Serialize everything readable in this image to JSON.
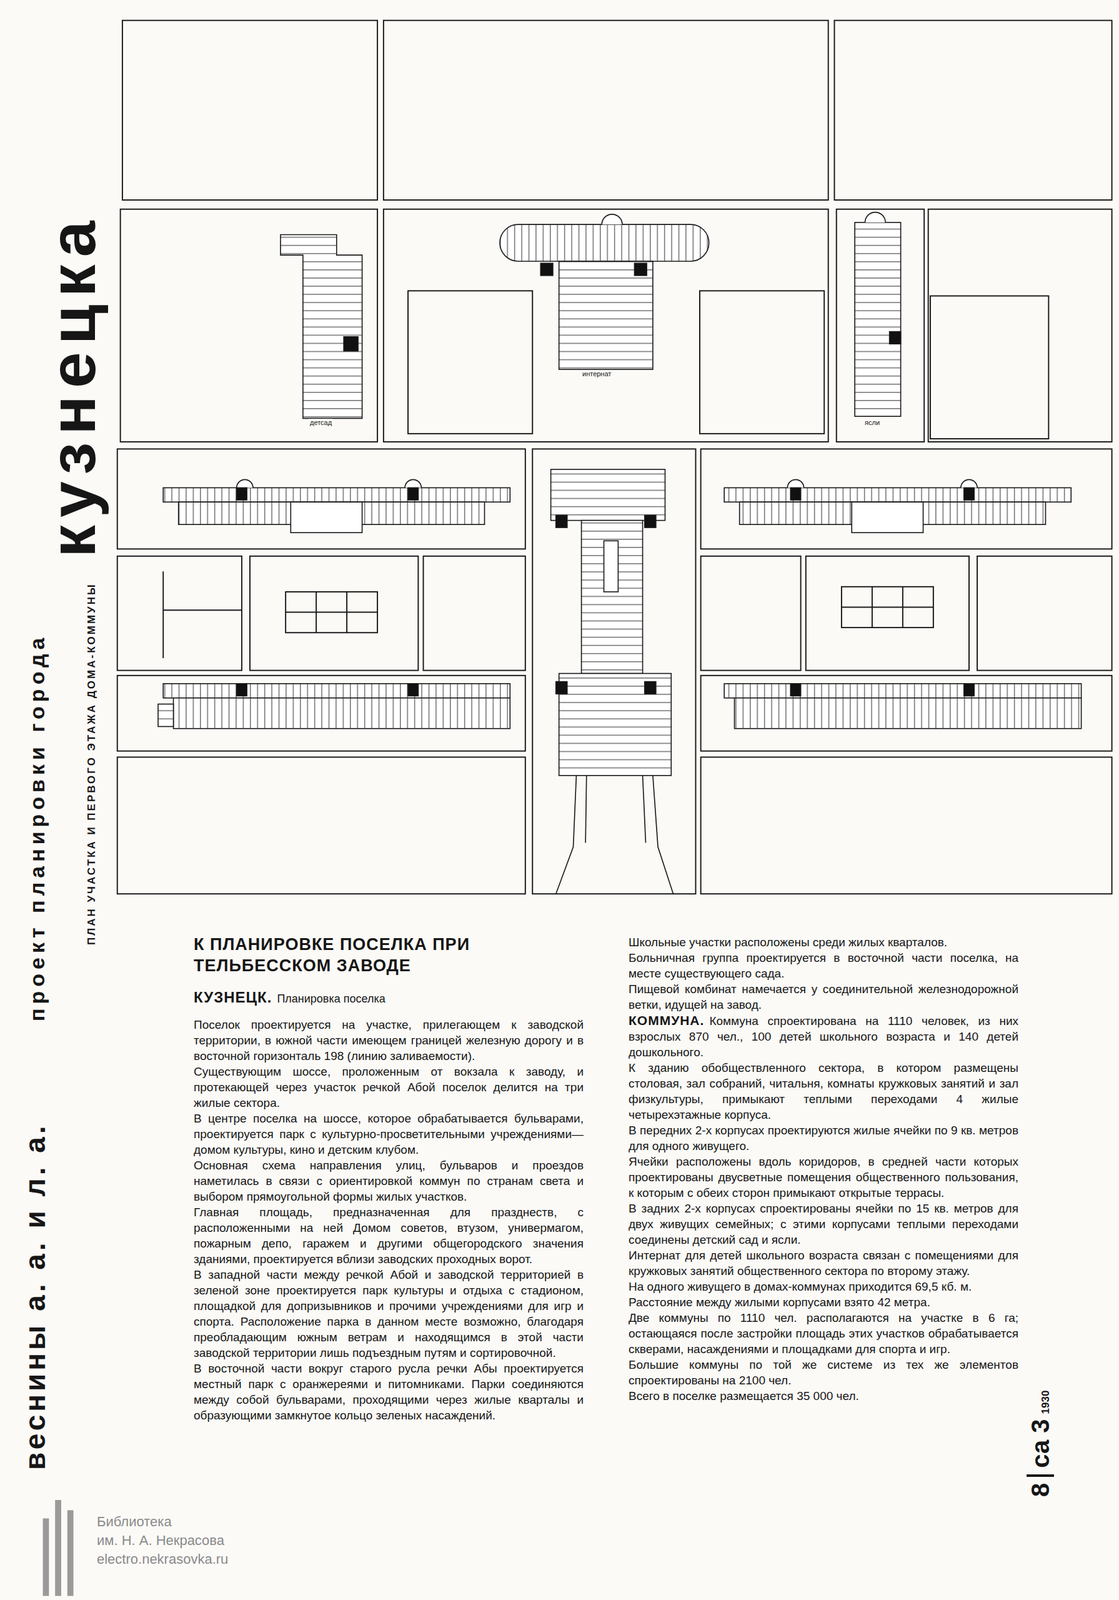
{
  "diagram": {
    "title": "К ПЛАНИРОВКЕ ПОСЕЛКА ПРИ ТЕЛЬБЕССКОМ ЗАВОДЕ",
    "caption": "ПЛАН УЧАСТКА И ПЕРВОГО ЭТАЖА ДОМА-КОММУНЫ",
    "labels": [
      "веснины а. а. и л. а.",
      "проект планировки города",
      "кузнецка",
      "детсад",
      "интернат",
      "ясли",
      "КУЗНЕЦК.",
      "Планировка поселка",
      "Поселок проектируется на участке, прилегающем к заводской территории, в южной части имеющем границей железную дорогу и в восточной горизонталь 198 (линию заливаемости).",
      "Существующим шоссе, проложенным от вокзала к заводу, и протекающей через участок речкой Абой поселок делится на три жилые сектора.",
      "В центре поселка на шоссе, которое обрабатывается бульварами, проектируется парк с культурно-просветительными учреждениями—домом культуры, кино и детским клубом.",
      "Основная схема направления улиц, бульваров и проездов наметилась в связи с ориентировкой коммун по странам света и выбором прямоугольной формы жилых участков.",
      "Главная площадь, предназначенная для празднеств, с расположенными на ней Домом советов, втузом, универмагом, пожарным депо, гаражем и другими общегородского значения зданиями, проектируется вблизи заводских проходных ворот.",
      "В западной части между речкой Абой и заводской территорией в зеленой зоне проектируется парк культуры и отдыха с стадионом, площадкой для допризывников и прочими учреждениями для игр и спорта. Расположение парка в данном месте возможно, благодаря преобладающим южным ветрам и находящимся в этой части заводской территории лишь подъездным путям и сортировочной.",
      "В восточной части вокруг старого русла речки Абы проектируется местный парк с оранжереями и питомниками. Парки соединяются между собой бульварами, проходящими через жилые кварталы и образующими замкнутое кольцо зеленых насаждений.",
      "Школьные участки расположены среди жилых кварталов.",
      "Больничная группа проектируется в восточной части поселка, на месте существующего сада.",
      "Пищевой комбинат намечается у соединительной железнодорожной ветки, идущей на завод.",
      "КОММУНА.",
      "Коммуна спроектирована на 1110 человек, из них взрослых 870 чел., 100 детей школьного возраста и 140 детей дошкольного.",
      "К зданию обобществленного сектора, в котором размещены столовая, зал собраний, читальня, комнаты кружковых занятий и зал физкультуры, примыкают теплыми переходами 4 жилые четырехэтажные корпуса.",
      "В передних 2-х корпусах проектируются жилые ячейки по 9 кв. метров для одного живущего.",
      "Ячейки расположены вдоль коридоров, в средней части которых проектированы двусветные помещения общественного пользования, к которым с обеих сторон примыкают открытые террасы.",
      "В задних 2-х корпусах спроектированы ячейки по 15 кв. метров для двух живущих семейных; с этими корпусами теплыми переходами соединены детский сад и ясли.",
      "Интернат для детей школьного возраста связан с помещениями для кружковых занятий общественного сектора по второму этажу.",
      "На одного живущего в домах-коммунах приходится 69,5 кб. м.",
      "Расстояние между жилыми корпусами взято 42 метра.",
      "Две коммуны по 1110 чел. располагаются на участке в 6 га; остающаяся после застройки площадь этих участков обрабатывается скверами, насаждениями и площадками для спорта и игр.",
      "Большие коммуны по той же системе из тех же элементов спроектированы на 2100 чел.",
      "Всего в поселке размещается 35 000 чел.",
      "8",
      "са 3",
      "1930",
      "Библиотека",
      "им. Н. А. Некрасова",
      "electro.nekrasovka.ru"
    ]
  }
}
